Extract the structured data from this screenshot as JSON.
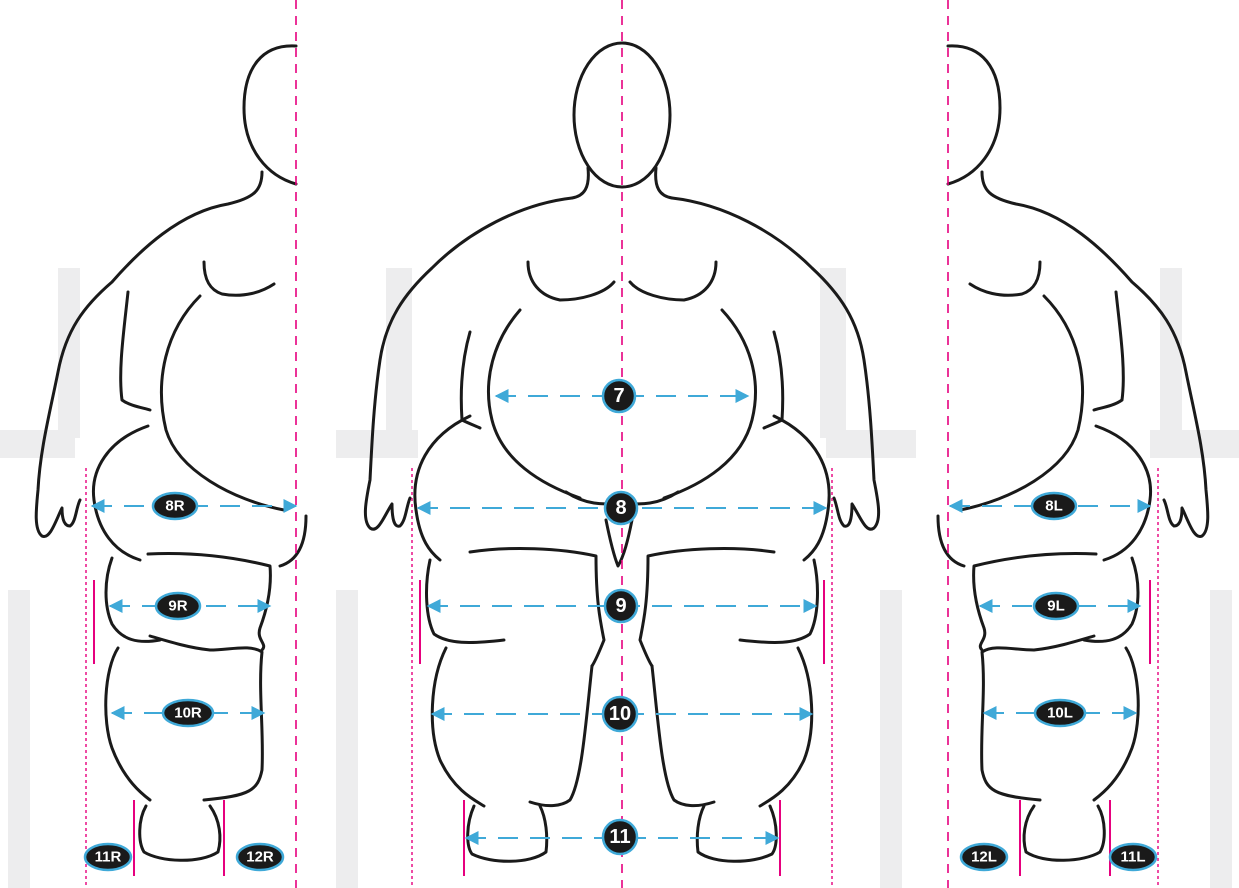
{
  "colors": {
    "outline": "#1a1a1a",
    "chair": "#ededee",
    "axis": "#e6007e",
    "measurement": "#3fa9d8",
    "label_fill": "#1a1a1a",
    "label_text": "#ffffff"
  },
  "views": {
    "right": {
      "labels": [
        "8R",
        "9R",
        "10R",
        "11R",
        "12R"
      ]
    },
    "front": {
      "labels": [
        "7",
        "8",
        "9",
        "10",
        "11"
      ]
    },
    "left": {
      "labels": [
        "8L",
        "9L",
        "10L",
        "12L",
        "11L"
      ]
    }
  }
}
